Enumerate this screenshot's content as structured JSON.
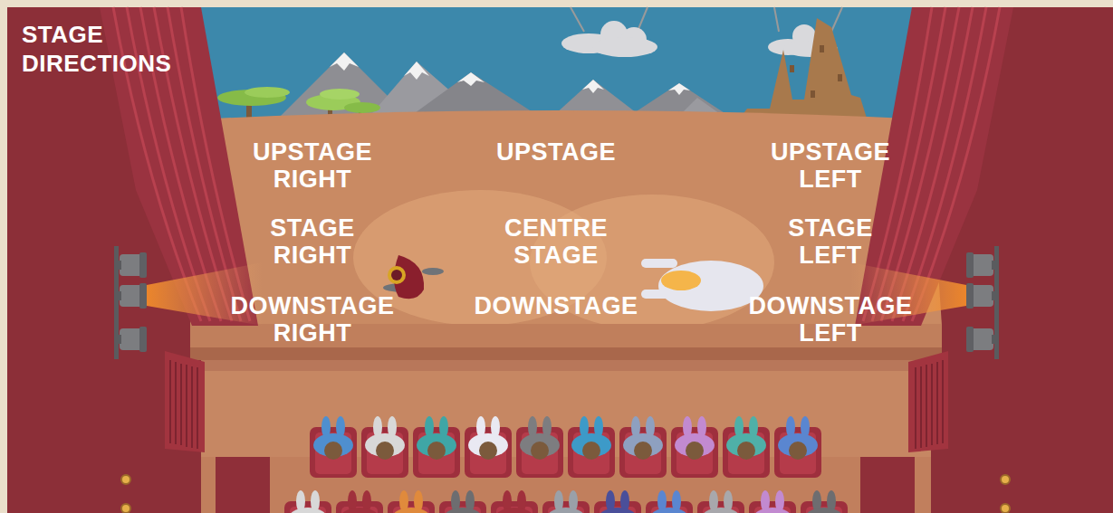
{
  "diagram": {
    "title": "STAGE DIRECTIONS",
    "labels": [
      "UPSTAGE RIGHT",
      "UPSTAGE",
      "UPSTAGE LEFT",
      "STAGE RIGHT",
      "CENTRE STAGE",
      "STAGE LEFT",
      "DOWNSTAGE RIGHT",
      "DOWNSTAGE",
      "DOWNSTAGE LEFT"
    ]
  }
}
